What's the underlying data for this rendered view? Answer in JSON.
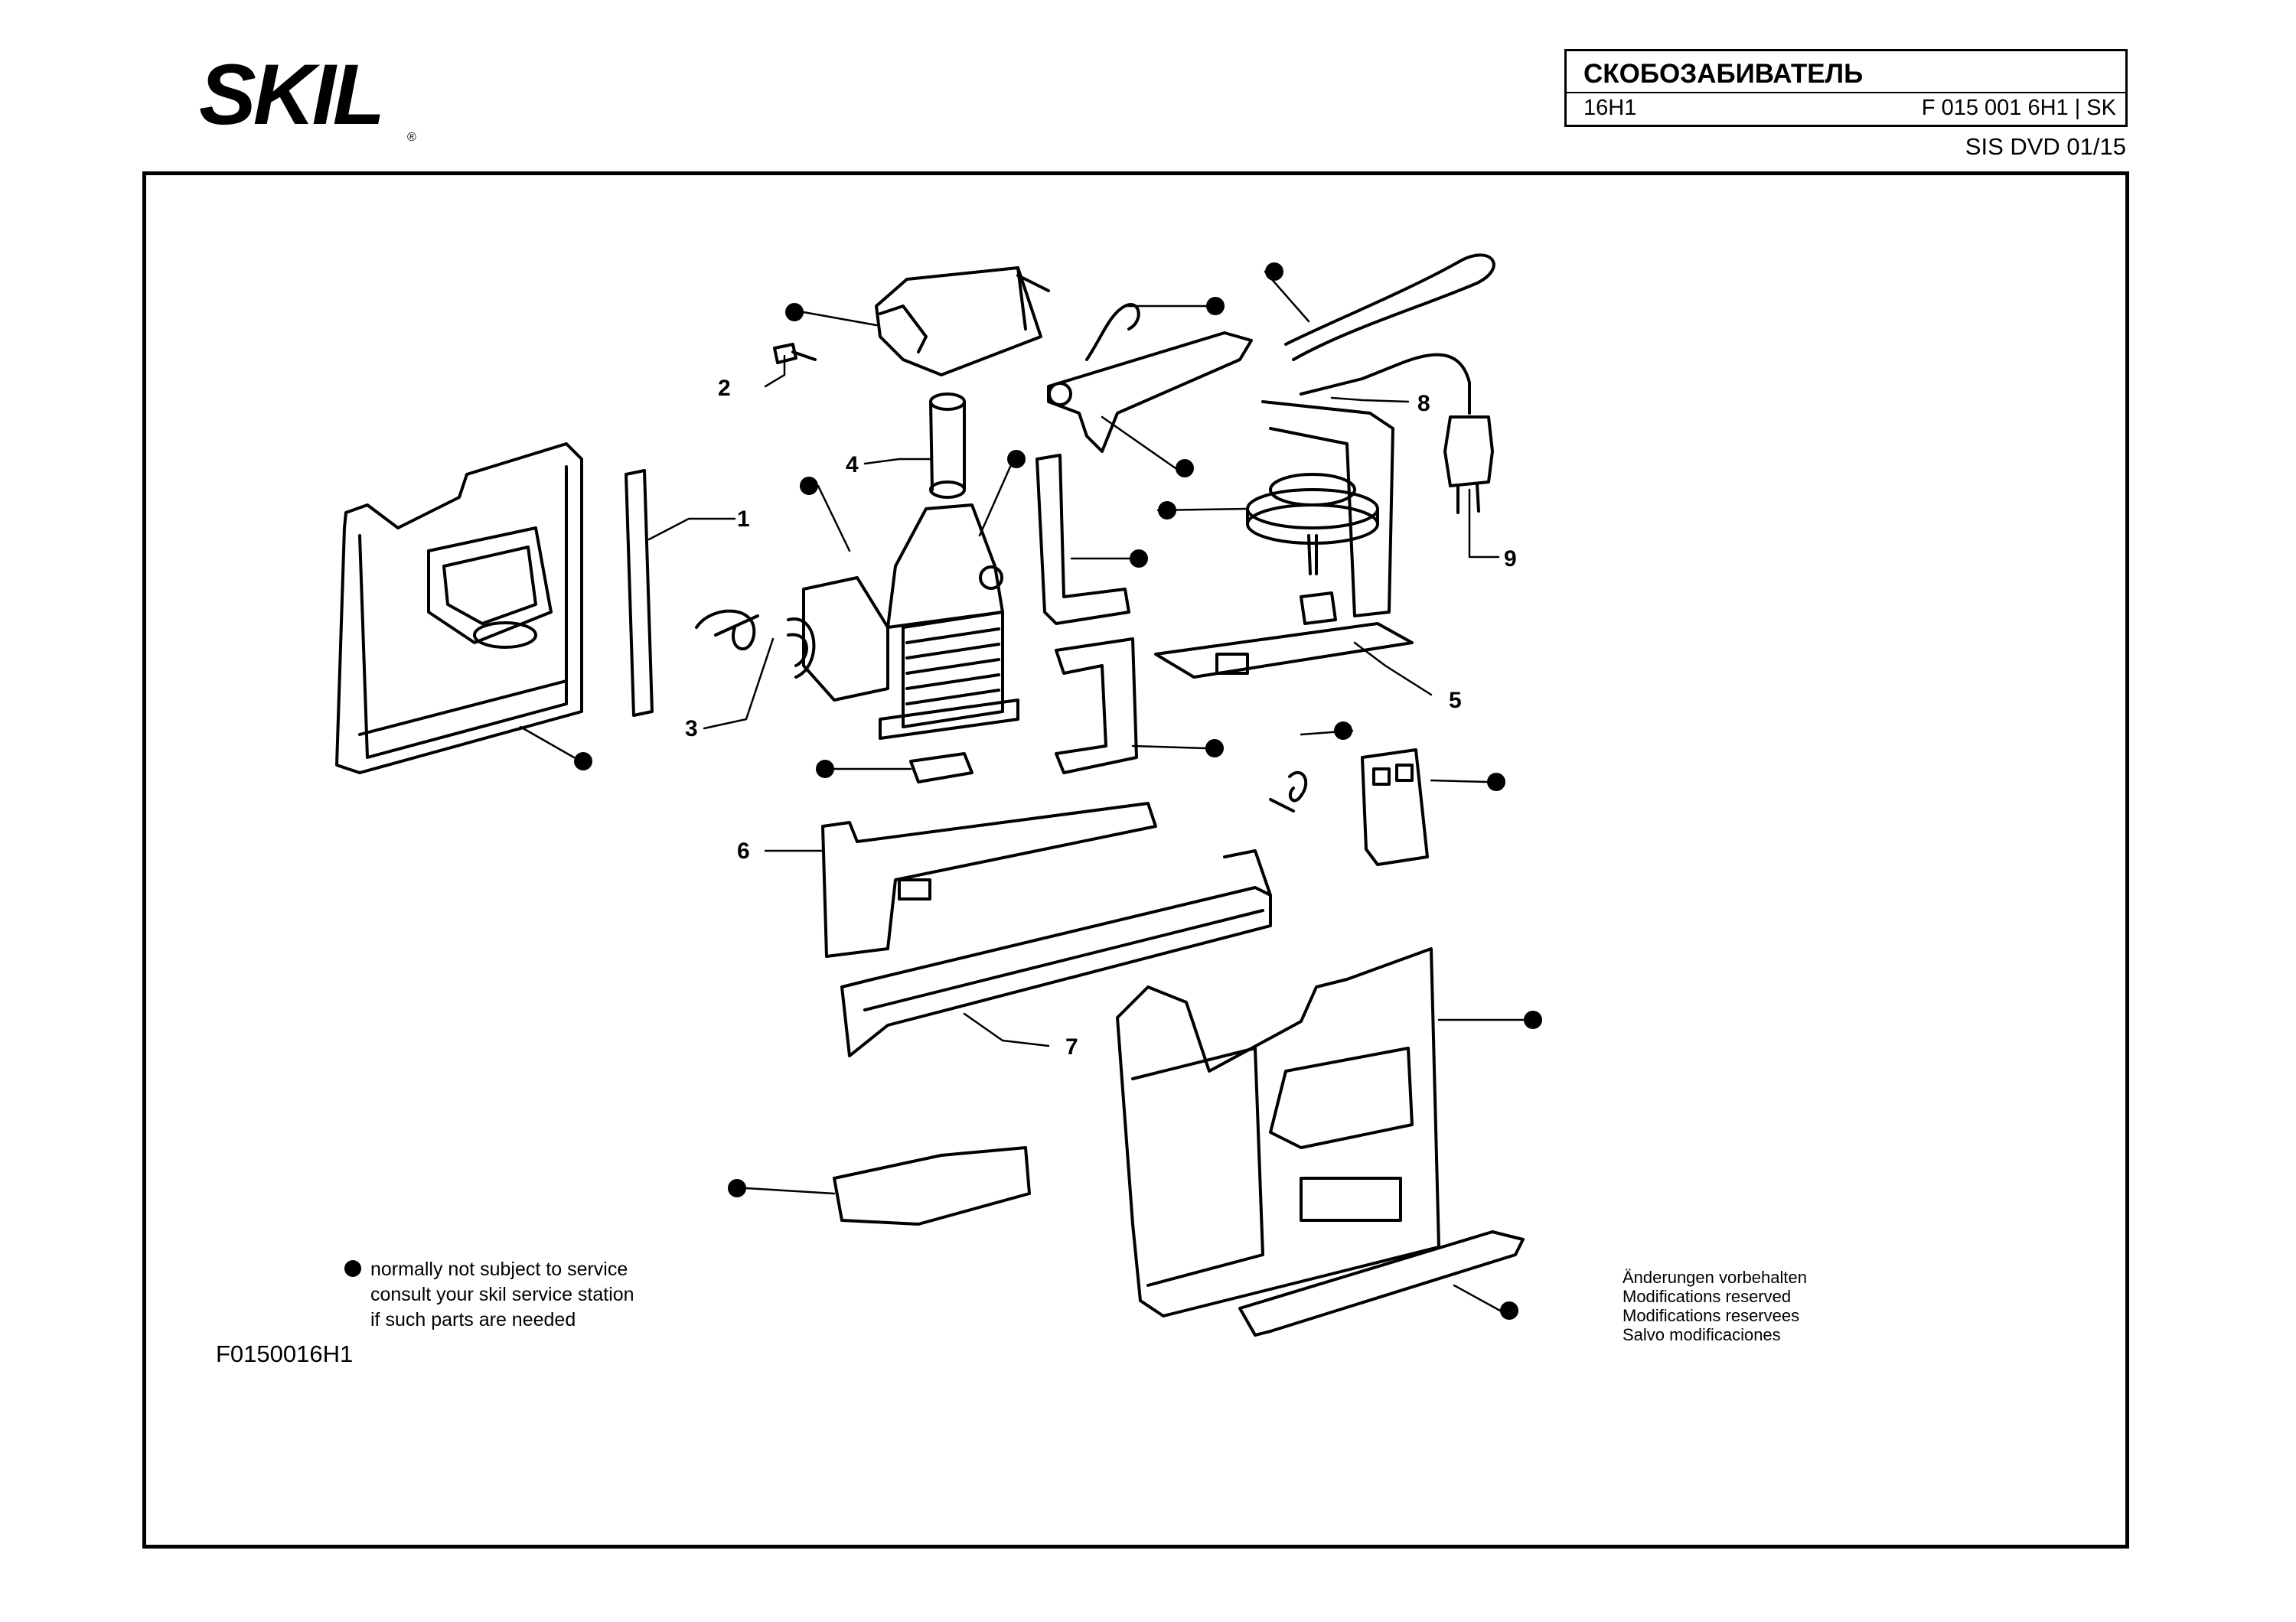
{
  "brand": {
    "logo_text": "SKIL",
    "registered": "®"
  },
  "title_block": {
    "title": "СКОБОЗАБИВАТЕЛЬ",
    "model": "16H1",
    "part_number": "F 015 001 6H1 | SK"
  },
  "revision": "SIS DVD 01/15",
  "callouts": [
    "1",
    "2",
    "3",
    "4",
    "5",
    "6",
    "7",
    "8",
    "9"
  ],
  "legend": {
    "line1": "normally not subject to service",
    "line2": "consult your skil service station",
    "line3": "if such parts are needed"
  },
  "document_id": "F0150016H1",
  "modifications": [
    "Änderungen vorbehalten",
    "Modifications reserved",
    "Modifications reservees",
    "Salvo modificaciones"
  ]
}
